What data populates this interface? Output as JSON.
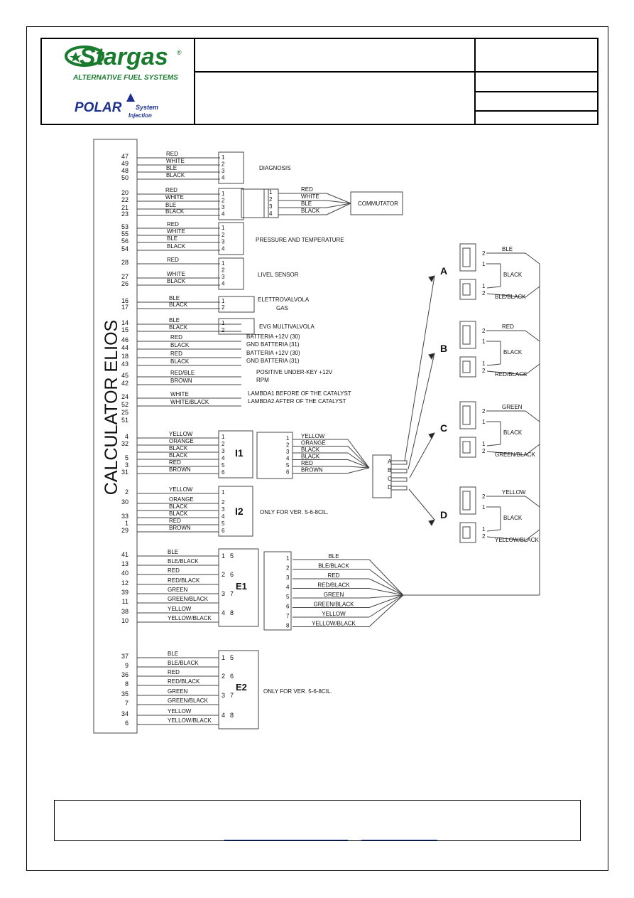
{
  "header": {
    "logo_name": "Stargas",
    "logo_mark": "®",
    "logo_tagline": "ALTERNATIVE FUEL SYSTEMS",
    "sub_logo_main": "POLAR",
    "sub_logo_system": "System",
    "sub_logo_injection": "Injection",
    "brand_color": "#1a7a2e",
    "sub_logo_color": "#1b2f8f"
  },
  "diagram": {
    "calculator_label": "CALCULATOR ELIOS",
    "groups": [
      {
        "pins": [
          "47",
          "49",
          "48",
          "50"
        ],
        "wires": [
          "RED",
          "WHITE",
          "BLE",
          "BLACK"
        ],
        "label": "DIAGNOSIS"
      },
      {
        "pins": [
          "20",
          "22",
          "21",
          "23"
        ],
        "wires": [
          "RED",
          "WHITE",
          "BLE",
          "BLACK"
        ],
        "out_wires": [
          "RED",
          "WHITE",
          "BLE",
          "BLACK"
        ],
        "label": "COMMUTATOR"
      },
      {
        "pins": [
          "53",
          "55",
          "56",
          "54"
        ],
        "wires": [
          "RED",
          "WHITE",
          "BLE",
          "BLACK"
        ],
        "label": "PRESSURE AND TEMPERATURE"
      },
      {
        "pins": [
          "28",
          "27",
          "26"
        ],
        "wires": [
          "RED",
          "WHITE",
          "BLACK"
        ],
        "label": "LIVEL SENSOR"
      },
      {
        "pins": [
          "16",
          "17"
        ],
        "wires": [
          "BLE",
          "BLACK"
        ],
        "label": "ELETTROVALVOLA GAS"
      },
      {
        "pins": [
          "14",
          "15"
        ],
        "wires": [
          "BLE",
          "BLACK"
        ],
        "label": "EVG MULTIVALVOLA"
      }
    ],
    "power": [
      {
        "pin": "46",
        "wire": "RED",
        "label": "BATTERIA +12V (30)"
      },
      {
        "pin": "44",
        "wire": "BLACK",
        "label": "GND BATTERIA (31)"
      },
      {
        "pin": "18",
        "wire": "RED",
        "label": "BATTERIA +12V (30)"
      },
      {
        "pin": "43",
        "wire": "BLACK",
        "label": "GND BATTERIA (31)"
      },
      {
        "pin": "45",
        "wire": "RED/BLE",
        "label": "POSITIVE UNDER-KEY +12V"
      },
      {
        "pin": "42",
        "wire": "BROWN",
        "label": "RPM"
      },
      {
        "pin": "24",
        "wire": "WHITE",
        "label": "LAMBDA1 BEFORE OF THE CATALYST"
      },
      {
        "pin": "52",
        "wire": "WHITE/BLACK",
        "label": "LAMBDA2 AFTER OF THE CATALYST"
      },
      {
        "pin": "25",
        "wire": "",
        "label": ""
      },
      {
        "pin": "51",
        "wire": "",
        "label": ""
      }
    ],
    "i1": {
      "name": "I1",
      "pins": [
        "4",
        "32",
        "",
        "5",
        "3",
        "31"
      ],
      "wires": [
        "YELLOW",
        "ORANGE",
        "BLACK",
        "BLACK",
        "RED",
        "BROWN"
      ],
      "out_wires": [
        "YELLOW",
        "ORANGE",
        "BLACK",
        "BLACK",
        "RED",
        "BROWN"
      ]
    },
    "i2": {
      "name": "I2",
      "pins": [
        "2",
        "30",
        "",
        "33",
        "1",
        "29"
      ],
      "wires": [
        "YELLOW",
        "ORANGE",
        "BLACK",
        "BLACK",
        "RED",
        "BROWN"
      ],
      "label": "ONLY FOR VER. 5-6-8CIL."
    },
    "e1": {
      "name": "E1",
      "pins": [
        "41",
        "13",
        "40",
        "12",
        "39",
        "11",
        "38",
        "10"
      ],
      "wires": [
        "BLE",
        "BLE/BLACK",
        "RED",
        "RED/BLACK",
        "GREEN",
        "GREEN/BLACK",
        "YELLOW",
        "YELLOW/BLACK"
      ],
      "out_wires": [
        "BLE",
        "BLE/BLACK",
        "RED",
        "RED/BLACK",
        "GREEN",
        "GREEN/BLACK",
        "YELLOW",
        "YELLOW/BLACK"
      ]
    },
    "e2": {
      "name": "E2",
      "pins": [
        "37",
        "9",
        "36",
        "8",
        "35",
        "7",
        "34",
        "6"
      ],
      "wires": [
        "BLE",
        "BLE/BLACK",
        "RED",
        "RED/BLACK",
        "GREEN",
        "GREEN/BLACK",
        "YELLOW",
        "YELLOW/BLACK"
      ],
      "label": "ONLY FOR VER. 5-6-8CIL."
    },
    "abcd_labels": [
      "A",
      "B",
      "C",
      "D"
    ],
    "injectors": [
      {
        "letter": "A",
        "top": "BLE",
        "mid": "BLACK",
        "bottom": "BLE/BLACK"
      },
      {
        "letter": "B",
        "top": "RED",
        "mid": "BLACK",
        "bottom": "RED/BLACK"
      },
      {
        "letter": "C",
        "top": "GREEN",
        "mid": "BLACK",
        "bottom": "GREEN/BLACK"
      },
      {
        "letter": "D",
        "top": "YELLOW",
        "mid": "BLACK",
        "bottom": "YELLOW/BLACK"
      }
    ]
  }
}
